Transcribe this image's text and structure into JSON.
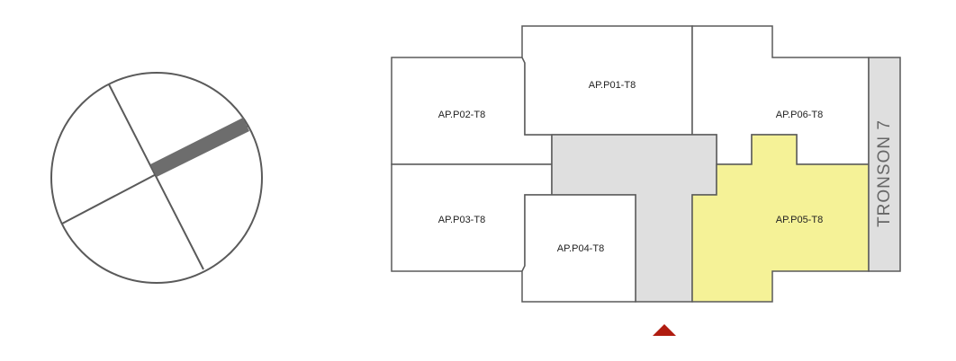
{
  "compass": {
    "label": "orientation-compass"
  },
  "plan": {
    "apartments": [
      {
        "id": "P01",
        "label": "AP.P01-T8",
        "highlighted": false
      },
      {
        "id": "P02",
        "label": "AP.P02-T8",
        "highlighted": false
      },
      {
        "id": "P03",
        "label": "AP.P03-T8",
        "highlighted": false
      },
      {
        "id": "P04",
        "label": "AP.P04-T8",
        "highlighted": false
      },
      {
        "id": "P05",
        "label": "AP.P05-T8",
        "highlighted": true
      },
      {
        "id": "P06",
        "label": "AP.P06-T8",
        "highlighted": false
      }
    ],
    "tronson_label": "TRONSON 7"
  },
  "colors": {
    "highlight": "#f5f297",
    "core": "#dfdfdf",
    "stroke": "#5a5a5a",
    "compass_bar": "#6d6d6d",
    "entrance_marker": "#b01c10"
  }
}
